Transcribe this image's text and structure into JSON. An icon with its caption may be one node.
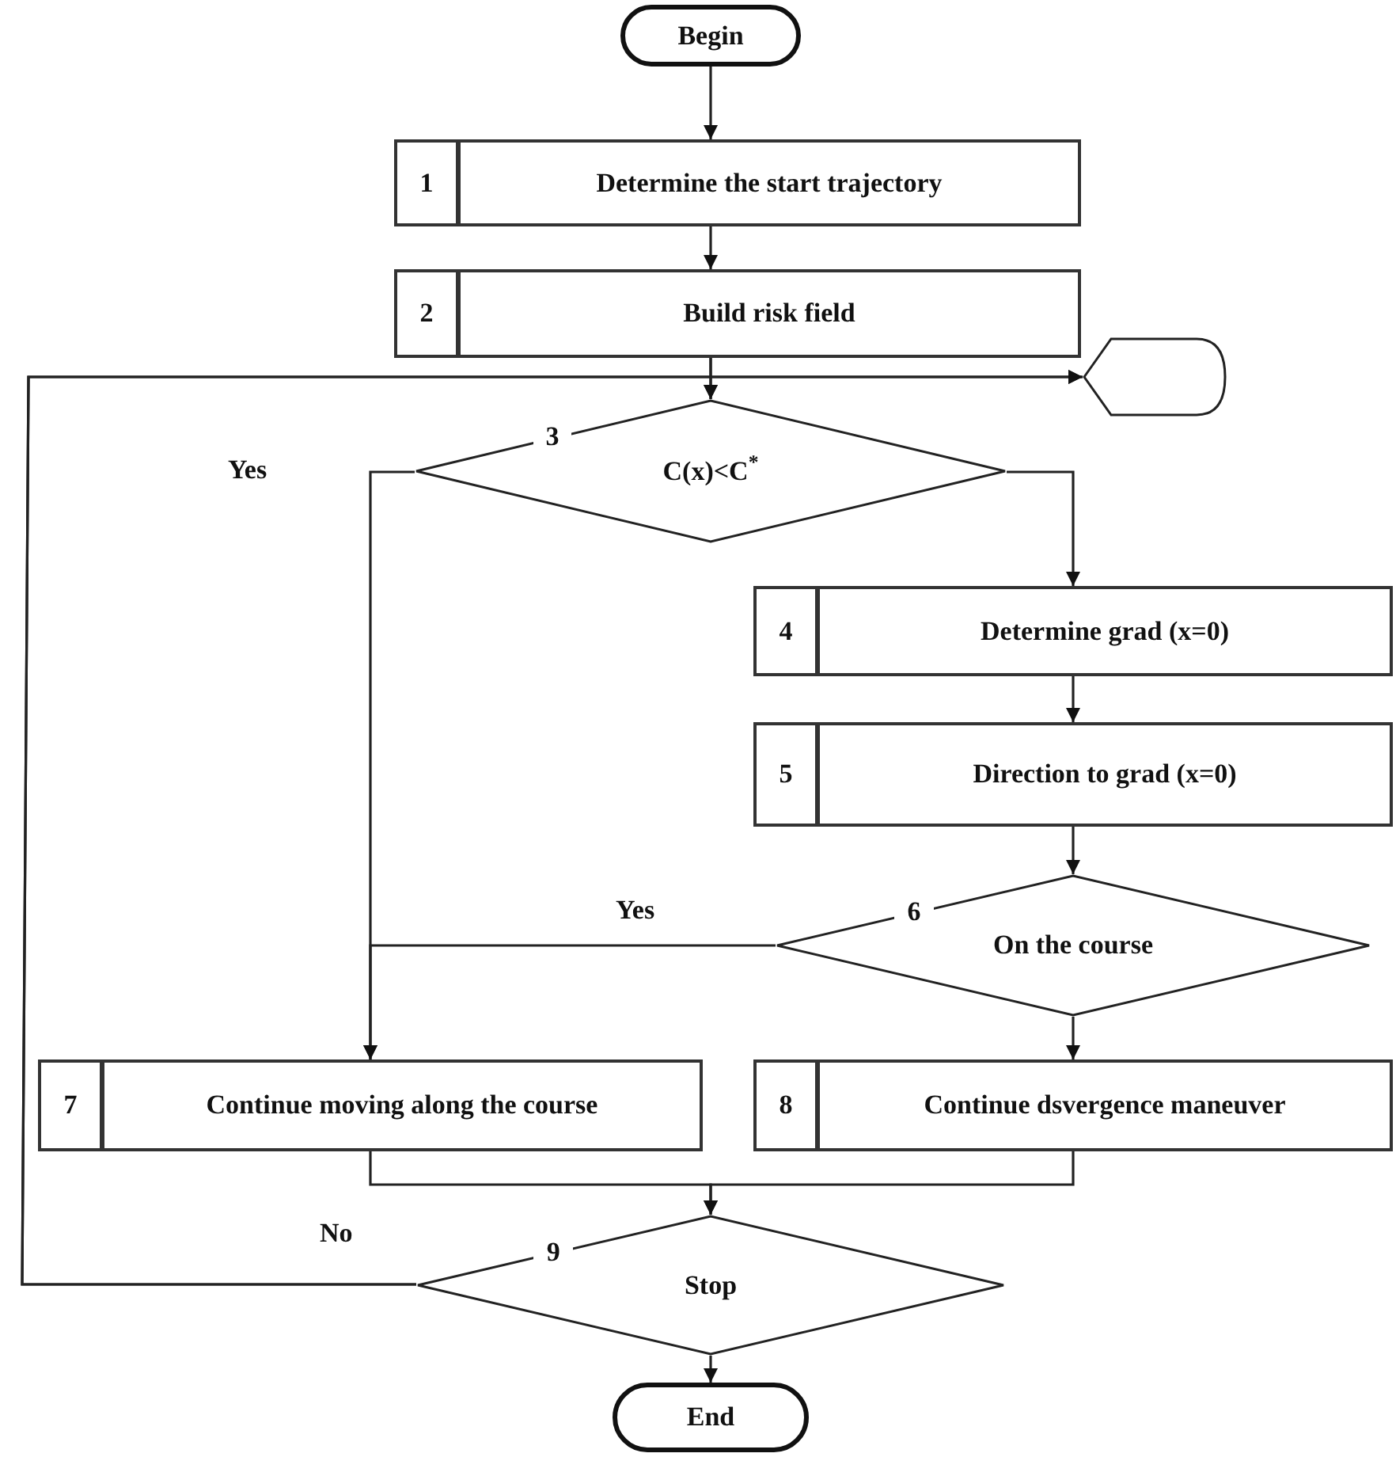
{
  "diagram": {
    "nodes": [
      {
        "text": [
          "Begin"
        ]
      },
      {
        "text": [
          "1",
          "Determine the start trajectory"
        ]
      },
      {
        "text": [
          "2",
          "Build risk field"
        ]
      },
      {
        "text": [
          "3",
          "C(x)<C$^{*}$"
        ]
      },
      {
        "text": [
          "4",
          "Determine grad (x=0)"
        ]
      },
      {
        "text": [
          "5",
          "Direction to grad (x=0)"
        ]
      },
      {
        "text": [
          "6",
          "On the course"
        ]
      },
      {
        "text": [
          "7",
          "Continue moving along the course"
        ]
      },
      {
        "text": [
          "8",
          "Continue dsvergence maneuver"
        ]
      },
      {
        "text": [
          "9",
          "Stop"
        ]
      },
      {
        "text": [
          "End"
        ]
      },
      {
        "text": [],
        "shape": "display"
      }
    ],
    "edges": [
      {
        "from": 0,
        "to": 1,
        "arrow": "to"
      },
      {
        "from": 1,
        "to": 2,
        "arrow": "to"
      },
      {
        "from": 2,
        "to": 3,
        "arrow": "to"
      },
      {
        "from": 2,
        "to": 11,
        "arrow": "to"
      },
      {
        "from": 3,
        "to": 4,
        "arrow": "to"
      },
      {
        "from": 3,
        "to": 7,
        "arrow": "to",
        "label": "Yes"
      },
      {
        "from": 4,
        "to": 5,
        "arrow": "to"
      },
      {
        "from": 5,
        "to": 6,
        "arrow": "to"
      },
      {
        "from": 6,
        "to": 7,
        "arrow": "to",
        "label": "Yes"
      },
      {
        "from": 6,
        "to": 8,
        "arrow": "to"
      },
      {
        "from": 7,
        "to": 9,
        "arrow": "to"
      },
      {
        "from": 8,
        "to": 9,
        "arrow": "to"
      },
      {
        "from": 9,
        "to": 10,
        "arrow": "to"
      },
      {
        "from": 9,
        "to": 3,
        "arrow": "to",
        "label": "No"
      },
      {
        "from": 9,
        "to": 11,
        "arrow": "to"
      }
    ]
  }
}
